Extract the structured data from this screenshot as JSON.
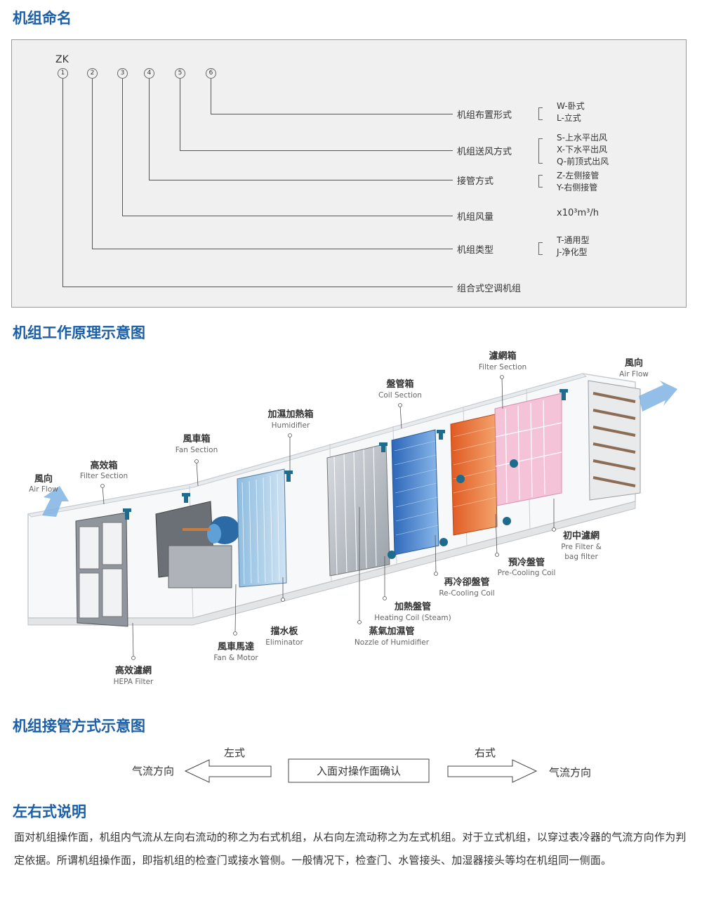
{
  "sections": {
    "naming_title": "机组命名",
    "principle_title": "机组工作原理示意图",
    "piping_title": "机组接管方式示意图",
    "explain_title": "左右式说明"
  },
  "naming": {
    "prefix": "ZK",
    "circles": [
      "1",
      "2",
      "3",
      "4",
      "5",
      "6"
    ],
    "rows": [
      {
        "label": "机组布置形式",
        "options": [
          "W-卧式",
          "L-立式"
        ]
      },
      {
        "label": "机组送风方式",
        "options": [
          "S-上水平出风",
          "X-下水平出风",
          "Q-前顶式出风"
        ]
      },
      {
        "label": "接管方式",
        "options": [
          "Z-左侧接管",
          "Y-右侧接管"
        ]
      },
      {
        "label": "机组风量",
        "options": [
          "x10³m³/h"
        ]
      },
      {
        "label": "机组类型",
        "options": [
          "T-通用型",
          "J-净化型"
        ]
      },
      {
        "label": "组合式空调机组",
        "options": []
      }
    ]
  },
  "diagram": {
    "labels": [
      {
        "zh": "風向",
        "en": "Air Flow"
      },
      {
        "zh": "高效箱",
        "en": "Filter Section"
      },
      {
        "zh": "風車箱",
        "en": "Fan Section"
      },
      {
        "zh": "加濕加熱箱",
        "en": "Humidifier"
      },
      {
        "zh": "盤管箱",
        "en": "Coil Section"
      },
      {
        "zh": "濾網箱",
        "en": "Filter Section"
      },
      {
        "zh": "風向",
        "en": "Air Flow"
      },
      {
        "zh": "初中濾網",
        "en": "Pre Filter &",
        "en2": "bag filter"
      },
      {
        "zh": "預冷盤管",
        "en": "Pre-Cooling Coil"
      },
      {
        "zh": "再冷卻盤管",
        "en": "Re-Cooling Coil"
      },
      {
        "zh": "加熱盤管",
        "en": "Heating Coil (Steam)"
      },
      {
        "zh": "蒸氣加濕管",
        "en": "Nozzle of Humidifier"
      },
      {
        "zh": "擋水板",
        "en": "Eliminator"
      },
      {
        "zh": "風車馬達",
        "en": "Fan & Motor"
      },
      {
        "zh": "高效濾網",
        "en": "HEPA Filter"
      }
    ]
  },
  "piping": {
    "left_type": "左式",
    "right_type": "右式",
    "left_airflow": "气流方向",
    "right_airflow": "气流方向",
    "center_box": "入面对操作面确认"
  },
  "explain": {
    "text": "面对机组操作面，机组内气流从左向右流动的称之为右式机组，从右向左流动称之为左式机组。对于立式机组，以穿过表冷器的气流方向作为判定依据。所谓机组操作面，即指机组的检查门或接水管侧。一般情况下，检查门、水管接头、加湿器接头等均在机组同一侧面。"
  },
  "colors": {
    "title_blue": "#1a5fa8",
    "panel_bg": "#f0f0f1",
    "coil_blue": "#3d7cc9",
    "coil_orange": "#e8743a",
    "filter_pink": "#f2b8d0",
    "airflow_arrow": "#7fb3e3"
  }
}
